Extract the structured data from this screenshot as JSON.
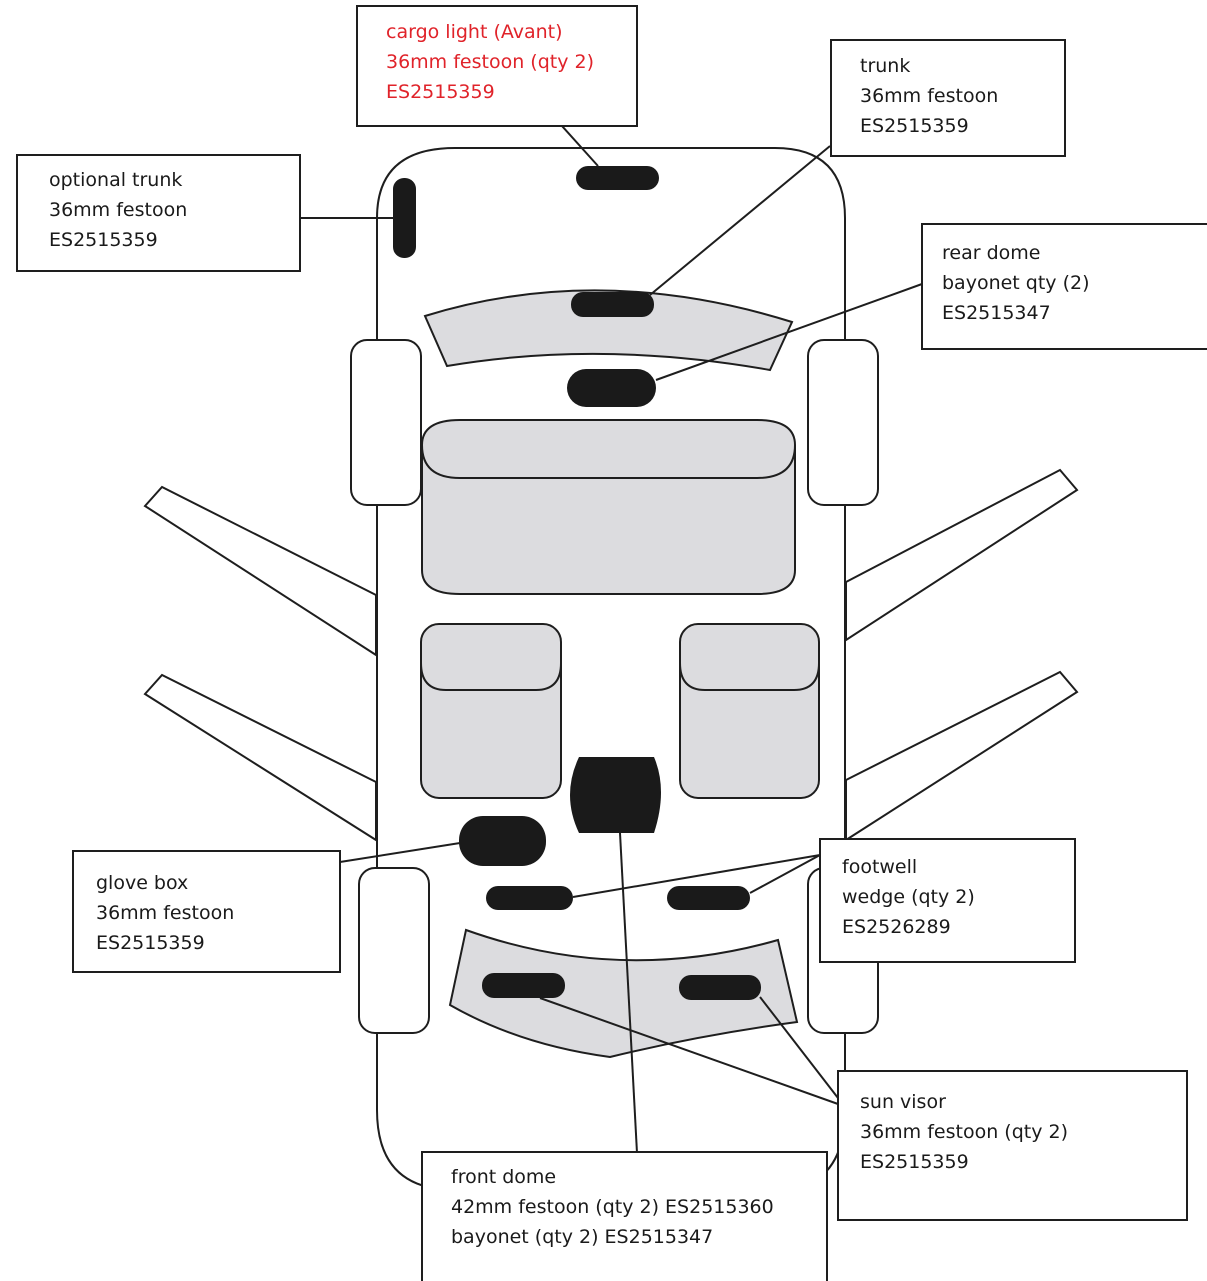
{
  "colors": {
    "outline": "#1e1e1e",
    "bulb_fill": "#1a1a1a",
    "seat_fill": "#dcdcdf",
    "text": "#1a1a1a",
    "highlight_text": "#e0232a",
    "background": "#ffffff"
  },
  "labels": {
    "cargo": {
      "lines": [
        "cargo light (Avant)",
        "36mm festoon (qty 2)",
        "ES2515359"
      ]
    },
    "trunk": {
      "lines": [
        "trunk",
        "36mm festoon",
        "ES2515359"
      ]
    },
    "optional_trunk": {
      "lines": [
        "optional trunk",
        "36mm festoon",
        "ES2515359"
      ]
    },
    "rear_dome": {
      "lines": [
        "rear dome",
        "bayonet qty (2)",
        "ES2515347"
      ]
    },
    "glove_box": {
      "lines": [
        "glove box",
        "36mm festoon",
        "ES2515359"
      ]
    },
    "footwell": {
      "lines": [
        "footwell",
        "wedge (qty 2)",
        "ES2526289"
      ]
    },
    "sun_visor": {
      "lines": [
        "sun visor",
        "36mm festoon (qty 2)",
        "ES2515359"
      ]
    },
    "front_dome": {
      "lines": [
        "front dome",
        "42mm festoon (qty 2) ES2515360",
        "bayonet (qty 2) ES2515347"
      ]
    }
  }
}
